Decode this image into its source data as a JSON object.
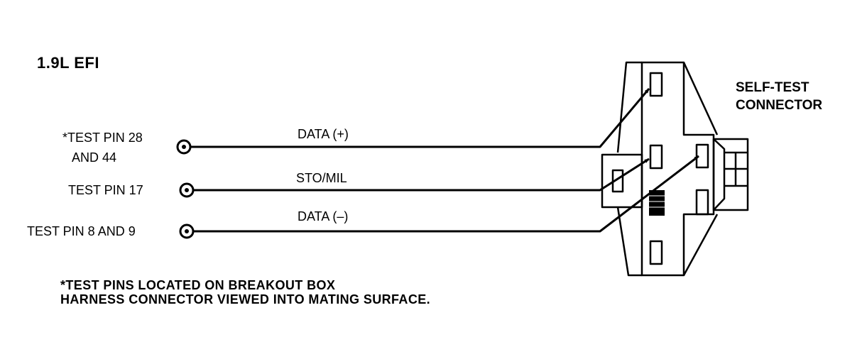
{
  "title": "1.9L  EFI",
  "pins": [
    {
      "line1": "*TEST PIN 28",
      "line2": "AND 44"
    },
    {
      "line1": "TEST PIN 17"
    },
    {
      "line1": "TEST PIN 8 AND 9"
    }
  ],
  "signals": [
    "DATA (+)",
    "STO/MIL",
    "DATA (–)"
  ],
  "connector_label": [
    "SELF-TEST",
    "CONNECTOR"
  ],
  "notes": [
    "*TEST PINS LOCATED ON BREAKOUT BOX",
    "HARNESS CONNECTOR VIEWED INTO MATING SURFACE."
  ]
}
